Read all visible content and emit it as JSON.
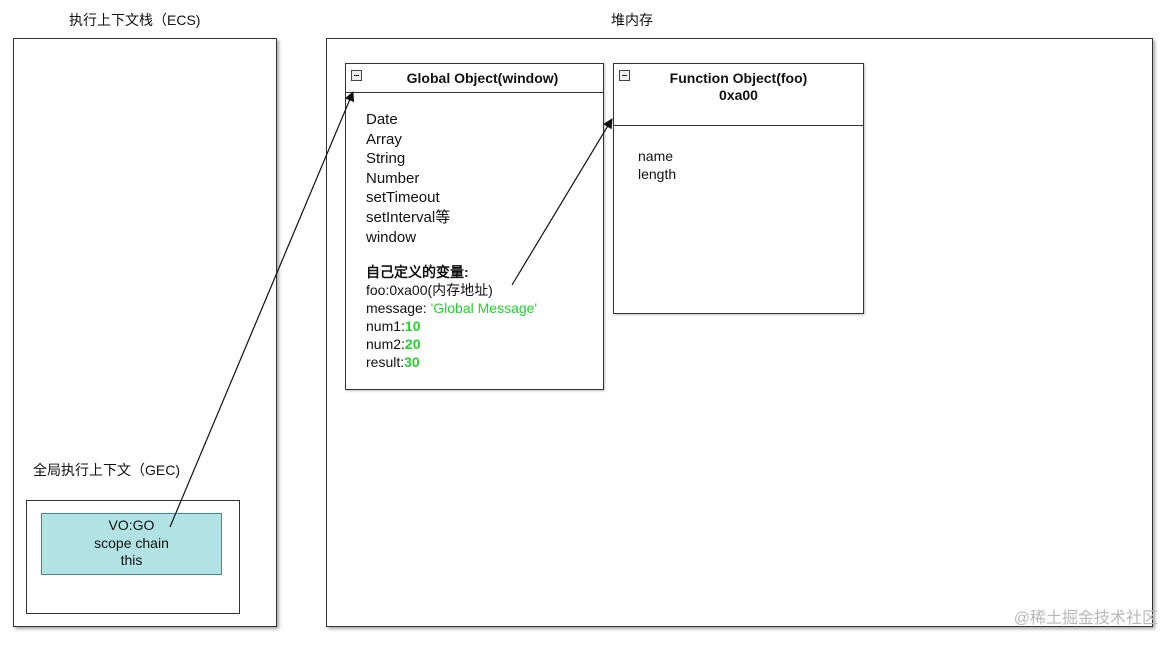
{
  "ecs": {
    "title": "执行上下文栈（ECS)",
    "gec": {
      "title": "全局执行上下文（GEC)",
      "vo_lines": [
        "VO:GO",
        "scope chain",
        "this"
      ]
    }
  },
  "heap": {
    "title": "堆内存",
    "global_object": {
      "title": "Global Object(window)",
      "builtins": [
        "Date",
        "Array",
        "String",
        "Number",
        "setTimeout",
        "setInterval等",
        "window"
      ],
      "custom_heading": "自己定义的变量:",
      "vars": [
        {
          "name": "foo:",
          "value": "0xa00(内存地址)",
          "value_color": "#111111"
        },
        {
          "name": "message: ",
          "value": "'Global Message'",
          "value_color": "#22d32a"
        },
        {
          "name": "num1:",
          "value": "10",
          "value_color": "#22d32a"
        },
        {
          "name": "num2:",
          "value": "20",
          "value_color": "#22d32a"
        },
        {
          "name": "result:",
          "value": "30",
          "value_color": "#22d32a"
        }
      ]
    },
    "function_object": {
      "title": "Function Object(foo)",
      "address": "0xa00",
      "props": [
        "name",
        "length"
      ]
    }
  },
  "watermark": "@稀土掘金技术社区"
}
